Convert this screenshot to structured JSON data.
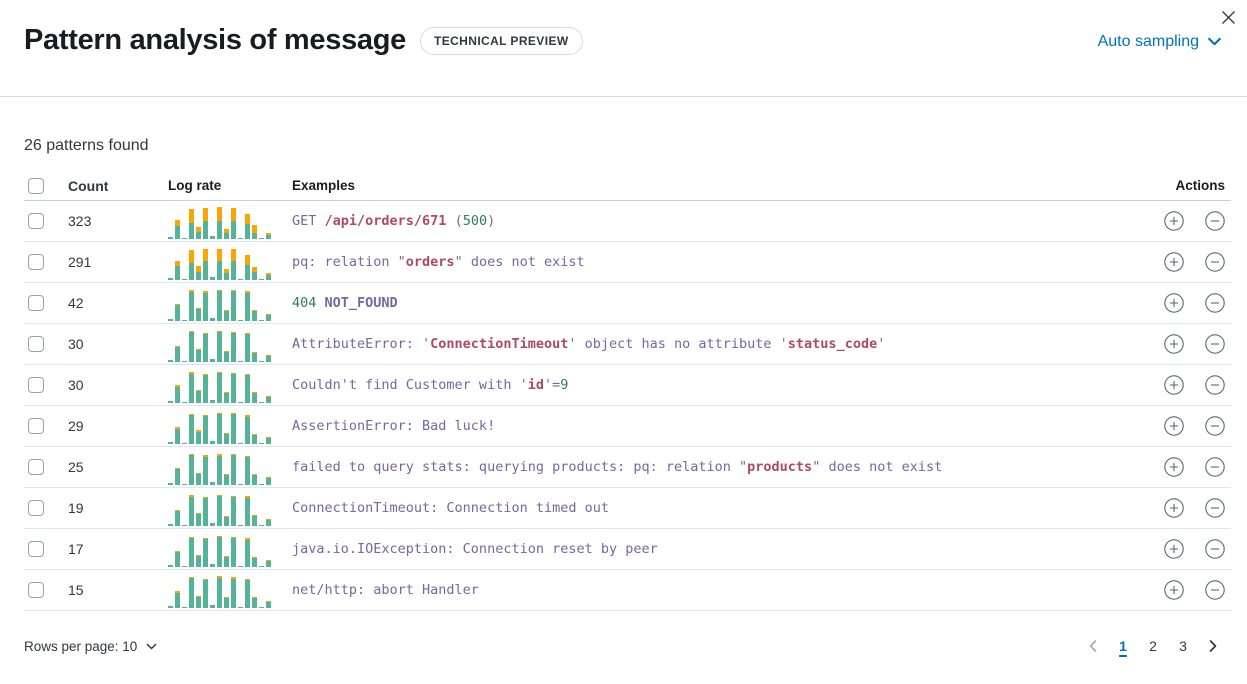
{
  "header": {
    "title": "Pattern analysis of message",
    "badge": "TECHNICAL PREVIEW",
    "sampling_label": "Auto sampling"
  },
  "summary": {
    "patterns_found": "26 patterns found"
  },
  "table": {
    "columns": {
      "count": "Count",
      "log_rate": "Log rate",
      "examples": "Examples",
      "actions": "Actions"
    },
    "rows": [
      {
        "count": "323",
        "tokens": [
          [
            "text",
            "GET "
          ],
          [
            "var",
            "/api/orders/671"
          ],
          [
            "text",
            " ("
          ],
          [
            "num",
            "500"
          ],
          [
            "text",
            ")"
          ]
        ],
        "bars": [
          [
            0.05,
            0
          ],
          [
            0.42,
            0.18
          ],
          [
            0.04,
            0
          ],
          [
            0.5,
            0.45
          ],
          [
            0.22,
            0.16
          ],
          [
            0.55,
            0.4
          ],
          [
            0.09,
            0
          ],
          [
            0.57,
            0.43
          ],
          [
            0.2,
            0.14
          ],
          [
            0.56,
            0.42
          ],
          [
            0.04,
            0
          ],
          [
            0.46,
            0.32
          ],
          [
            0.2,
            0.24
          ],
          [
            0.04,
            0
          ],
          [
            0.13,
            0.07
          ]
        ]
      },
      {
        "count": "291",
        "tokens": [
          [
            "text",
            "pq: relation \""
          ],
          [
            "var",
            "orders"
          ],
          [
            "text",
            "\" does not exist"
          ]
        ],
        "bars": [
          [
            0.05,
            0
          ],
          [
            0.45,
            0.15
          ],
          [
            0.04,
            0
          ],
          [
            0.52,
            0.42
          ],
          [
            0.26,
            0.18
          ],
          [
            0.58,
            0.36
          ],
          [
            0.08,
            0
          ],
          [
            0.6,
            0.38
          ],
          [
            0.22,
            0.12
          ],
          [
            0.58,
            0.38
          ],
          [
            0.04,
            0
          ],
          [
            0.48,
            0.3
          ],
          [
            0.24,
            0.16
          ],
          [
            0.04,
            0
          ],
          [
            0.15,
            0.05
          ]
        ]
      },
      {
        "count": "42",
        "tokens": [
          [
            "num",
            "404"
          ],
          [
            "text",
            " "
          ],
          [
            "strong",
            "NOT_FOUND"
          ]
        ],
        "bars": [
          [
            0.05,
            0
          ],
          [
            0.5,
            0.03
          ],
          [
            0.04,
            0
          ],
          [
            0.92,
            0.05
          ],
          [
            0.37,
            0.03
          ],
          [
            0.87,
            0.05
          ],
          [
            0.09,
            0
          ],
          [
            0.95,
            0.04
          ],
          [
            0.3,
            0.02
          ],
          [
            0.93,
            0.04
          ],
          [
            0.04,
            0
          ],
          [
            0.86,
            0.05
          ],
          [
            0.3,
            0.02
          ],
          [
            0.04,
            0
          ],
          [
            0.2,
            0.02
          ]
        ]
      },
      {
        "count": "30",
        "tokens": [
          [
            "text",
            "AttributeError: '"
          ],
          [
            "var",
            "ConnectionTimeout"
          ],
          [
            "text",
            "' object has no attribute '"
          ],
          [
            "var",
            "status_code"
          ],
          [
            "text",
            "'"
          ]
        ],
        "bars": [
          [
            0.05,
            0
          ],
          [
            0.48,
            0.03
          ],
          [
            0.04,
            0
          ],
          [
            0.93,
            0.04
          ],
          [
            0.36,
            0.02
          ],
          [
            0.88,
            0.04
          ],
          [
            0.09,
            0
          ],
          [
            0.94,
            0.04
          ],
          [
            0.31,
            0.02
          ],
          [
            0.92,
            0.03
          ],
          [
            0.04,
            0
          ],
          [
            0.87,
            0.04
          ],
          [
            0.29,
            0.02
          ],
          [
            0.04,
            0
          ],
          [
            0.19,
            0.02
          ]
        ]
      },
      {
        "count": "30",
        "tokens": [
          [
            "text",
            "Couldn't find Customer with '"
          ],
          [
            "var",
            "id"
          ],
          [
            "text",
            "'="
          ],
          [
            "num",
            "9"
          ]
        ],
        "bars": [
          [
            0.05,
            0
          ],
          [
            0.49,
            0.06
          ],
          [
            0.04,
            0
          ],
          [
            0.91,
            0.05
          ],
          [
            0.36,
            0.03
          ],
          [
            0.88,
            0.04
          ],
          [
            0.08,
            0
          ],
          [
            0.95,
            0.04
          ],
          [
            0.3,
            0.02
          ],
          [
            0.92,
            0.04
          ],
          [
            0.04,
            0
          ],
          [
            0.86,
            0.04
          ],
          [
            0.3,
            0.02
          ],
          [
            0.04,
            0
          ],
          [
            0.2,
            0.02
          ]
        ]
      },
      {
        "count": "29",
        "tokens": [
          [
            "text",
            "AssertionError: Bad luck!"
          ]
        ],
        "bars": [
          [
            0.05,
            0
          ],
          [
            0.47,
            0.07
          ],
          [
            0.04,
            0
          ],
          [
            0.92,
            0.04
          ],
          [
            0.36,
            0.05
          ],
          [
            0.86,
            0.03
          ],
          [
            0.09,
            0
          ],
          [
            0.94,
            0.04
          ],
          [
            0.3,
            0.03
          ],
          [
            0.95,
            0.03
          ],
          [
            0.04,
            0
          ],
          [
            0.85,
            0.05
          ],
          [
            0.28,
            0.03
          ],
          [
            0.04,
            0
          ],
          [
            0.19,
            0.02
          ]
        ]
      },
      {
        "count": "25",
        "tokens": [
          [
            "text",
            "failed to query stats: querying products: pq: relation \""
          ],
          [
            "var",
            "products"
          ],
          [
            "text",
            "\" does not exist"
          ]
        ],
        "bars": [
          [
            0.05,
            0
          ],
          [
            0.5,
            0.04
          ],
          [
            0.04,
            0
          ],
          [
            0.93,
            0.03
          ],
          [
            0.35,
            0.04
          ],
          [
            0.88,
            0.06
          ],
          [
            0.08,
            0
          ],
          [
            0.92,
            0.06
          ],
          [
            0.31,
            0.03
          ],
          [
            0.94,
            0.03
          ],
          [
            0.04,
            0
          ],
          [
            0.87,
            0.04
          ],
          [
            0.3,
            0.02
          ],
          [
            0.04,
            0
          ],
          [
            0.21,
            0.02
          ]
        ]
      },
      {
        "count": "19",
        "tokens": [
          [
            "text",
            "ConnectionTimeout: Connection timed out"
          ]
        ],
        "bars": [
          [
            0.05,
            0
          ],
          [
            0.48,
            0.04
          ],
          [
            0.04,
            0
          ],
          [
            0.91,
            0.05
          ],
          [
            0.36,
            0.03
          ],
          [
            0.87,
            0.04
          ],
          [
            0.09,
            0
          ],
          [
            0.95,
            0.04
          ],
          [
            0.29,
            0.02
          ],
          [
            0.92,
            0.04
          ],
          [
            0.04,
            0
          ],
          [
            0.86,
            0.05
          ],
          [
            0.31,
            0.02
          ],
          [
            0.04,
            0
          ],
          [
            0.2,
            0.02
          ]
        ]
      },
      {
        "count": "17",
        "tokens": [
          [
            "text",
            "java.io.IOException: Connection reset by peer"
          ]
        ],
        "bars": [
          [
            0.05,
            0
          ],
          [
            0.46,
            0.03
          ],
          [
            0.04,
            0
          ],
          [
            0.92,
            0.04
          ],
          [
            0.34,
            0.02
          ],
          [
            0.87,
            0.04
          ],
          [
            0.08,
            0
          ],
          [
            0.93,
            0.04
          ],
          [
            0.3,
            0.02
          ],
          [
            0.91,
            0.04
          ],
          [
            0.04,
            0
          ],
          [
            0.85,
            0.05
          ],
          [
            0.28,
            0.02
          ],
          [
            0.04,
            0
          ],
          [
            0.2,
            0.02
          ]
        ]
      },
      {
        "count": "15",
        "tokens": [
          [
            "text",
            "net/http: abort Handler"
          ]
        ],
        "bars": [
          [
            0.05,
            0
          ],
          [
            0.48,
            0.05
          ],
          [
            0.04,
            0
          ],
          [
            0.93,
            0.04
          ],
          [
            0.35,
            0.03
          ],
          [
            0.88,
            0.04
          ],
          [
            0.09,
            0
          ],
          [
            0.94,
            0.05
          ],
          [
            0.3,
            0.02
          ],
          [
            0.92,
            0.05
          ],
          [
            0.04,
            0
          ],
          [
            0.86,
            0.04
          ],
          [
            0.3,
            0.02
          ],
          [
            0.04,
            0
          ],
          [
            0.19,
            0.02
          ]
        ]
      }
    ]
  },
  "footer": {
    "rows_per_page_label": "Rows per page: 10",
    "pages": [
      "1",
      "2",
      "3"
    ],
    "active_page": "1"
  },
  "colors": {
    "accent_blue": "#0071c2",
    "bar_teal": "#54b399",
    "bar_orange": "#fba600",
    "token_text": "#7766a0",
    "token_highlight": "#ad4a66",
    "token_number": "#2e7d5c"
  }
}
